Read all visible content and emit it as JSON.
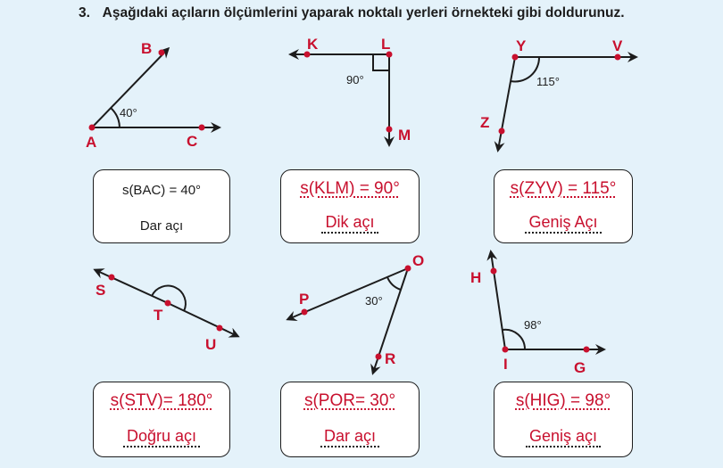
{
  "question": {
    "number": "3.",
    "text": "Aşağıdaki açıların ölçümlerini yaparak noktalı yerleri örnekteki gibi doldurunuz."
  },
  "figures": [
    {
      "points": [
        "A",
        "B",
        "C"
      ],
      "angle_label": "40°"
    },
    {
      "points": [
        "K",
        "L",
        "M"
      ],
      "angle_label": "90°"
    },
    {
      "points": [
        "Y",
        "V",
        "Z"
      ],
      "angle_label": "115°"
    },
    {
      "points": [
        "S",
        "T",
        "U"
      ],
      "angle_label": ""
    },
    {
      "points": [
        "O",
        "P",
        "R"
      ],
      "angle_label": "30°"
    },
    {
      "points": [
        "H",
        "I",
        "G"
      ],
      "angle_label": "98°"
    }
  ],
  "boxes": [
    {
      "measure": "s(BAC) = 40°",
      "type": "Dar açı",
      "handwritten": false
    },
    {
      "measure": "s(KLM) = 90°",
      "type": "Dik açı",
      "handwritten": true
    },
    {
      "measure": "s(ZYV) = 115°",
      "type": "Geniş Açı",
      "handwritten": true
    },
    {
      "measure": "s(STV)= 180°",
      "type": "Doğru açı",
      "handwritten": true
    },
    {
      "measure": "s(POR= 30°",
      "type": "Dar açı",
      "handwritten": true
    },
    {
      "measure": "s(HIG) = 98°",
      "type": "Geniş açı",
      "handwritten": true
    }
  ],
  "colors": {
    "background": "#e4f2fa",
    "point_red": "#c8102e",
    "ink": "#1c1c1c"
  }
}
